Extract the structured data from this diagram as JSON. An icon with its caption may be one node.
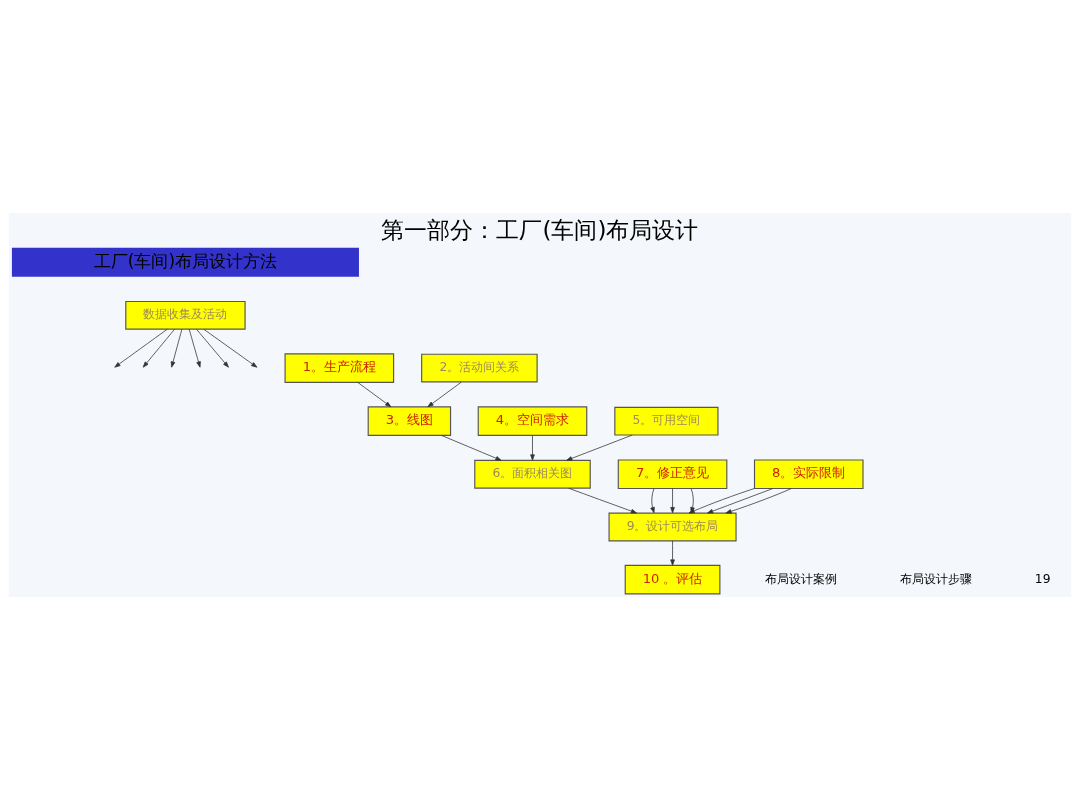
{
  "diagram": {
    "title": "第一部分：工厂(车间)布局设计",
    "nodes": [
      {
        "text": [
          "数据收集及活动"
        ]
      },
      {
        "text": [
          "1。生产流程"
        ]
      },
      {
        "text": [
          "2。活动间关系"
        ]
      },
      {
        "text": [
          "3。线图"
        ]
      },
      {
        "text": [
          "4。空间需求"
        ]
      },
      {
        "text": [
          "5。可用空间"
        ]
      },
      {
        "text": [
          "6。面积相关图"
        ]
      },
      {
        "text": [
          "7。修正意见"
        ]
      },
      {
        "text": [
          "8。实际限制"
        ]
      },
      {
        "text": [
          "9。设计可选布局"
        ]
      },
      {
        "text": [
          "10 。评估"
        ]
      }
    ],
    "edges": [
      {
        "from": 0,
        "to": null,
        "arrow": "to"
      },
      {
        "from": 0,
        "to": null,
        "arrow": "to"
      },
      {
        "from": 0,
        "to": null,
        "arrow": "to"
      },
      {
        "from": 0,
        "to": null,
        "arrow": "to"
      },
      {
        "from": 0,
        "to": null,
        "arrow": "to"
      },
      {
        "from": 0,
        "to": null,
        "arrow": "to"
      },
      {
        "from": 1,
        "to": 3,
        "arrow": "to"
      },
      {
        "from": 2,
        "to": 3,
        "arrow": "to"
      },
      {
        "from": 3,
        "to": 6,
        "arrow": "to"
      },
      {
        "from": 4,
        "to": 6,
        "arrow": "to"
      },
      {
        "from": 5,
        "to": 6,
        "arrow": "to"
      },
      {
        "from": 6,
        "to": 9,
        "arrow": "to"
      },
      {
        "from": 7,
        "to": 9,
        "arrow": "to"
      },
      {
        "from": 7,
        "to": 9,
        "arrow": "to"
      },
      {
        "from": 7,
        "to": 9,
        "arrow": "to"
      },
      {
        "from": 8,
        "to": 9,
        "arrow": "to"
      },
      {
        "from": 8,
        "to": 9,
        "arrow": "to"
      },
      {
        "from": 8,
        "to": 9,
        "arrow": "to"
      },
      {
        "from": 9,
        "to": 10,
        "arrow": "to"
      }
    ],
    "labels": [
      "工厂(车间)布局设计方法",
      "布局设计案例",
      "布局设计步骤",
      "19"
    ]
  }
}
